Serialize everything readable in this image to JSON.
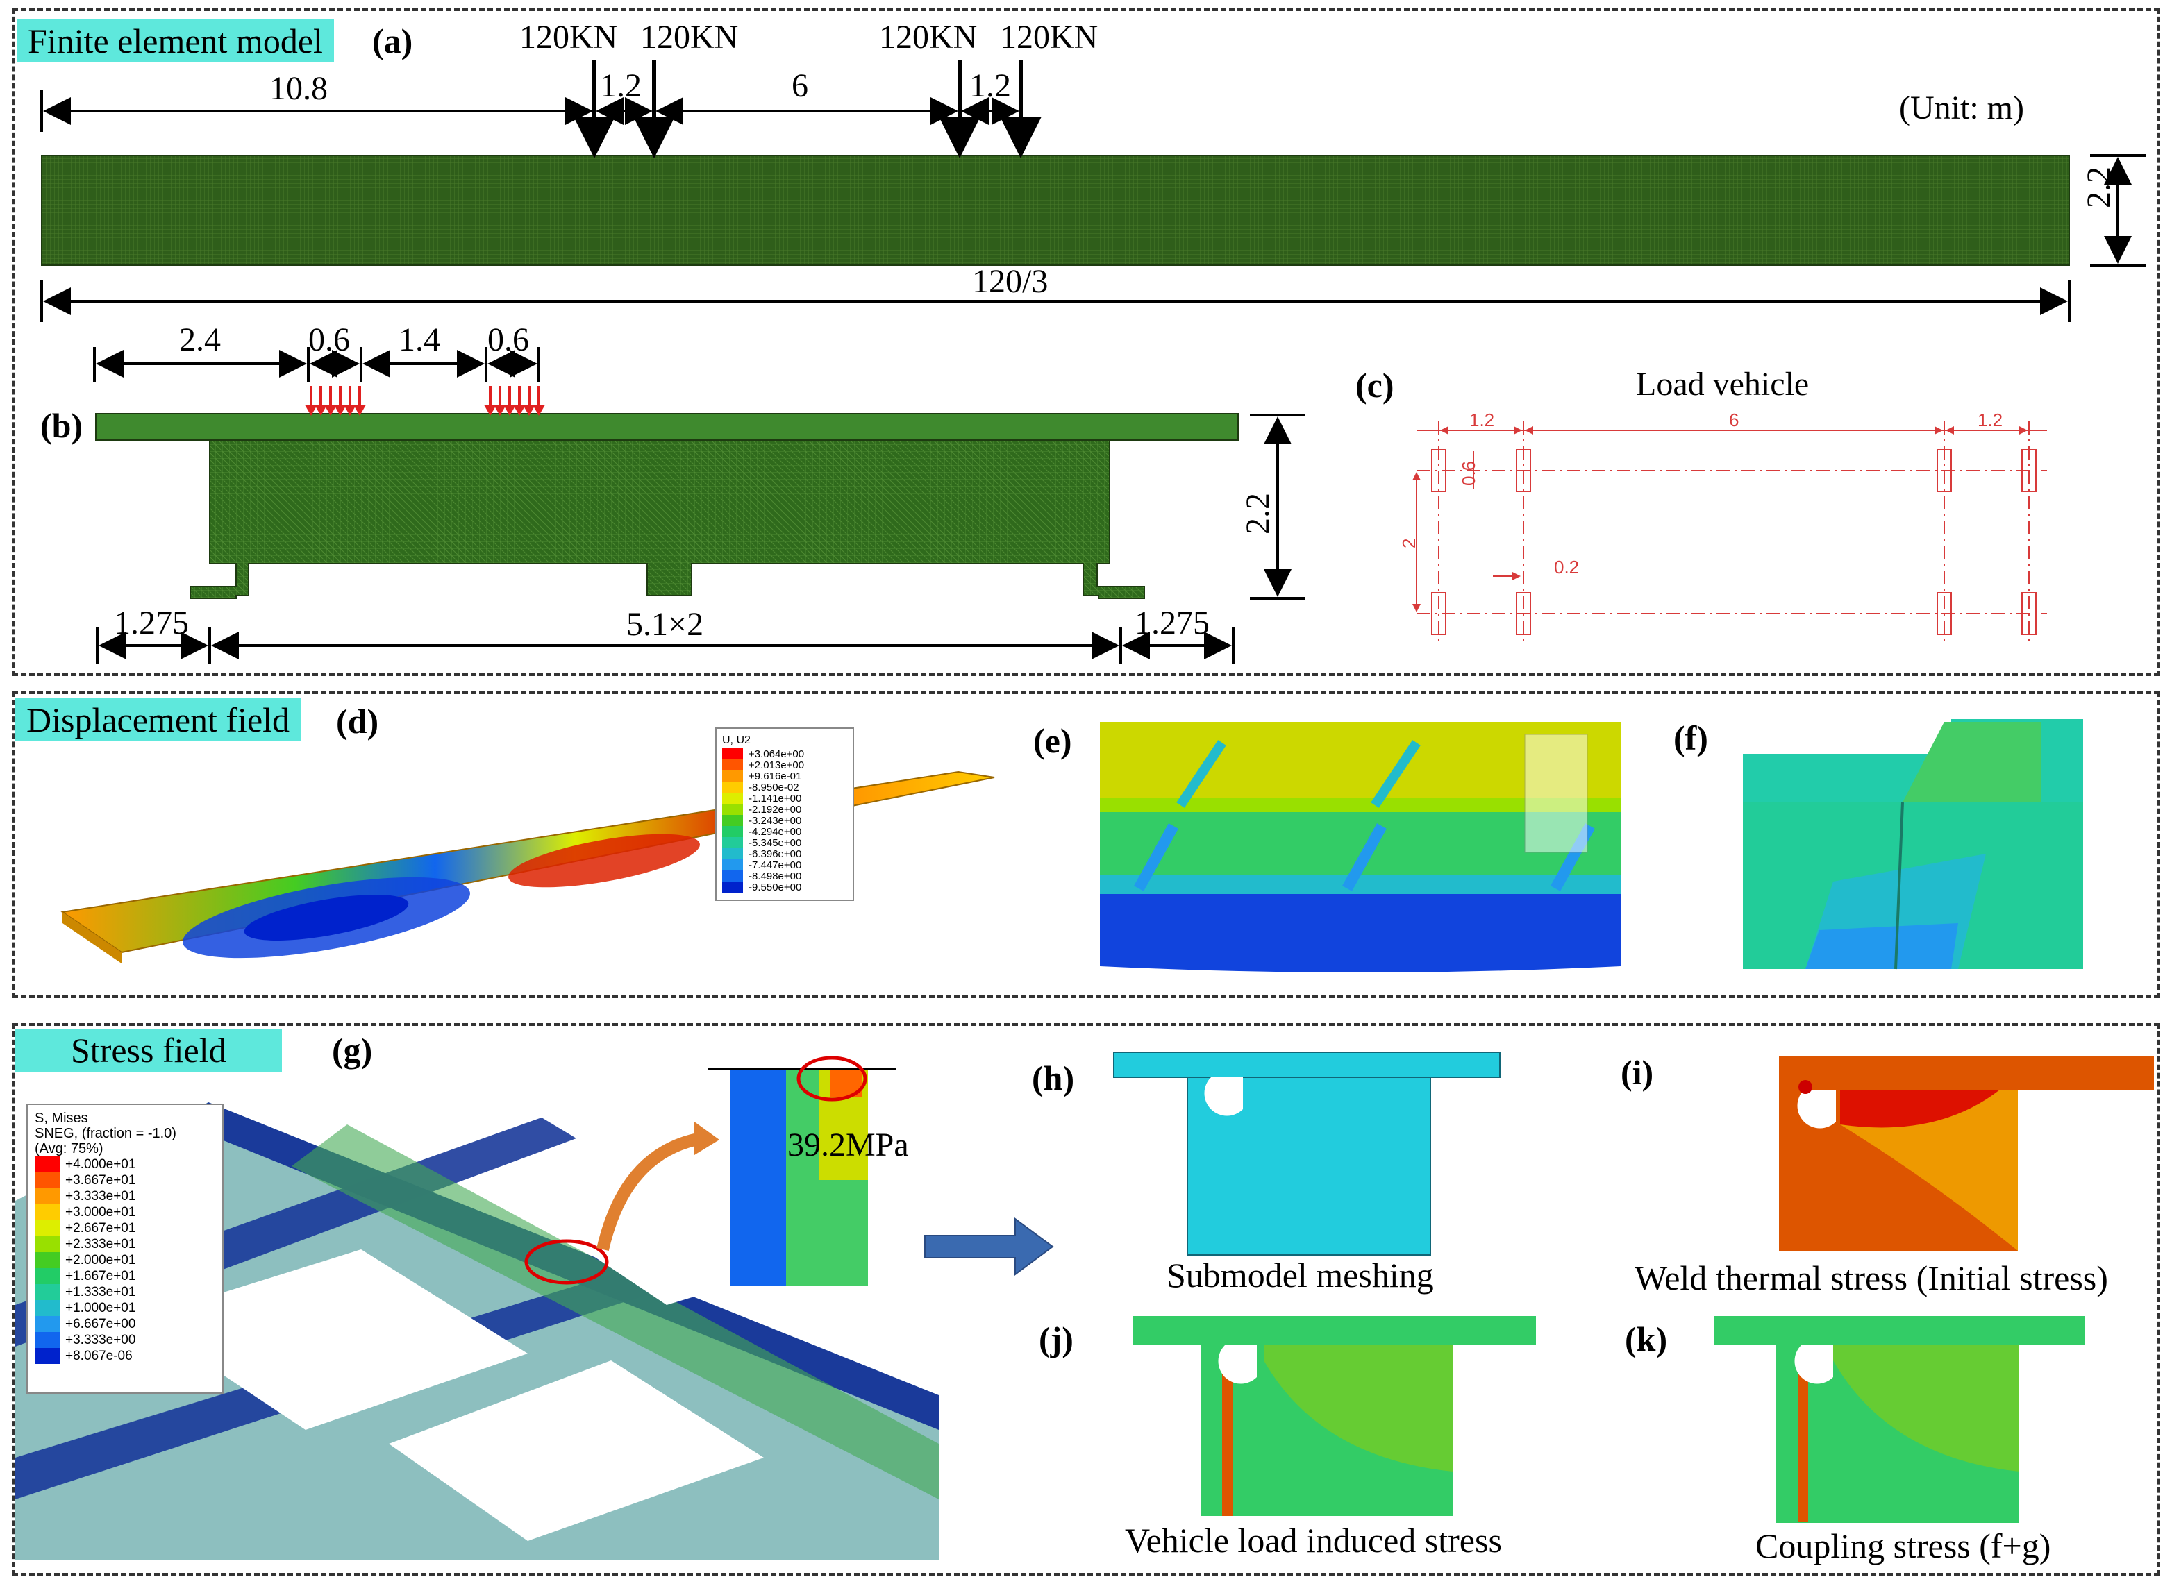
{
  "panels": {
    "fem": {
      "tag": "Finite element model",
      "a": {
        "label": "(a)",
        "loads": [
          "120KN",
          "120KN",
          "120KN",
          "120KN"
        ],
        "dims": {
          "d1": "10.8",
          "d2": "1.2",
          "d3": "6",
          "d4": "1.2",
          "height": "2.2",
          "length": "120/3"
        },
        "unit": "(Unit: m)"
      },
      "b": {
        "label": "(b)",
        "top_dims": [
          "2.4",
          "0.6",
          "1.4",
          "0.6"
        ],
        "height": "2.2",
        "bottom_dims": [
          "1.275",
          "5.1×2",
          "1.275"
        ]
      },
      "c": {
        "label": "(c)",
        "title": "Load vehicle",
        "dims": {
          "left": "1.2",
          "mid": "6",
          "right": "1.2",
          "wheel": "0.6",
          "axle": "2",
          "width": "0.2"
        }
      }
    },
    "disp": {
      "tag": "Displacement field",
      "d": {
        "label": "(d)",
        "legend_title": "U, U2",
        "legend_values": [
          "+3.064e+00",
          "+2.013e+00",
          "+9.616e-01",
          "-8.950e-02",
          "-1.141e+00",
          "-2.192e+00",
          "-3.243e+00",
          "-4.294e+00",
          "-5.345e+00",
          "-6.396e+00",
          "-7.447e+00",
          "-8.498e+00",
          "-9.550e+00"
        ]
      },
      "e": {
        "label": "(e)"
      },
      "f": {
        "label": "(f)"
      }
    },
    "stress": {
      "tag": "Stress field",
      "g": {
        "label": "(g)",
        "legend_title1": "S, Mises",
        "legend_title2": "SNEG, (fraction = -1.0)",
        "legend_title3": "(Avg: 75%)",
        "legend_values": [
          "+4.000e+01",
          "+3.667e+01",
          "+3.333e+01",
          "+3.000e+01",
          "+2.667e+01",
          "+2.333e+01",
          "+2.000e+01",
          "+1.667e+01",
          "+1.333e+01",
          "+1.000e+01",
          "+6.667e+00",
          "+3.333e+00",
          "+8.067e-06"
        ],
        "peak": "39.2MPa"
      },
      "h": {
        "label": "(h)",
        "caption": "Submodel meshing"
      },
      "i": {
        "label": "(i)",
        "caption": "Weld thermal stress (Initial stress)"
      },
      "j": {
        "label": "(j)",
        "caption": "Vehicle load induced stress"
      },
      "k": {
        "label": "(k)",
        "caption": "Coupling stress (f+g)"
      }
    }
  },
  "colors": {
    "tag_bg": "#5ee8dc",
    "mesh_green": "#2f5e1a",
    "deck_green": "#3f8a2e",
    "load_red": "#e02020",
    "drawing_red": "#d83a3a",
    "contour": [
      "#ff0000",
      "#ff5500",
      "#ff9900",
      "#ffcc00",
      "#ddee00",
      "#99e000",
      "#44cc22",
      "#22cc66",
      "#22cc99",
      "#22bbcc",
      "#2299ee",
      "#1166ee",
      "#0022cc"
    ]
  }
}
